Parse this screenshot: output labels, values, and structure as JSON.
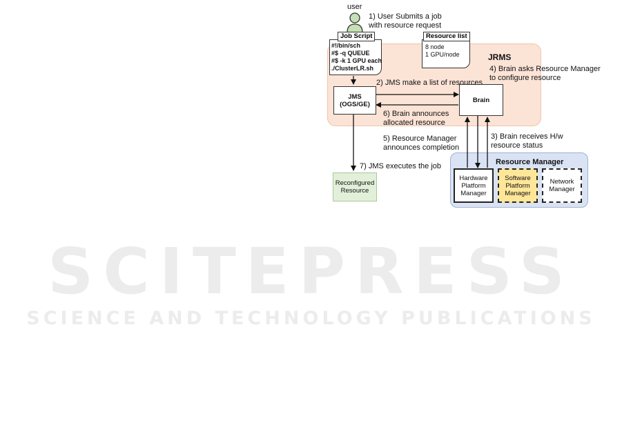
{
  "watermark": {
    "main": "SCITEPRESS",
    "sub": "SCIENCE AND TECHNOLOGY PUBLICATIONS"
  },
  "user": {
    "label": "user"
  },
  "job_script": {
    "title": "Job Script",
    "lines": [
      "#!/bin/sch",
      "#$ -q QUEUE",
      "#$ -k 1 GPU each",
      "./ClusterLR.sh"
    ]
  },
  "resource_list": {
    "title": "Resource list",
    "lines": [
      "8 node",
      "1 GPU/node"
    ]
  },
  "jrms": {
    "label": "JRMS"
  },
  "nodes": {
    "jms": [
      "JMS",
      "(OGS/GE)"
    ],
    "brain": "Brain",
    "reconfigured": [
      "Reconfigured",
      "Resource"
    ]
  },
  "resource_manager": {
    "title": "Resource Manager",
    "hardware": [
      "Hardware",
      "Platform",
      "Manager"
    ],
    "software": [
      "Software",
      "Platform",
      "Manager"
    ],
    "network": [
      "Network",
      "Manager"
    ]
  },
  "steps": {
    "s1": [
      "1) User Submits a job",
      "with resource request"
    ],
    "s2": "2) JMS make a list of resources",
    "s3": [
      "3) Brain receives H/w",
      "resource status"
    ],
    "s4": [
      "4) Brain asks Resource Manager",
      "to configure resource"
    ],
    "s5": [
      "5) Resource Manager",
      "announces completion"
    ],
    "s6": [
      "6) Brain announces",
      "allocated resource"
    ],
    "s7": "7) JMS executes the job"
  },
  "colors": {
    "jrms_bg": "#fbe3d6",
    "rm_bg": "#dae3f3",
    "reconfigured_bg": "#e2f0d9",
    "software_bg": "#ffe699",
    "user_icon": "#c5e0b4"
  }
}
